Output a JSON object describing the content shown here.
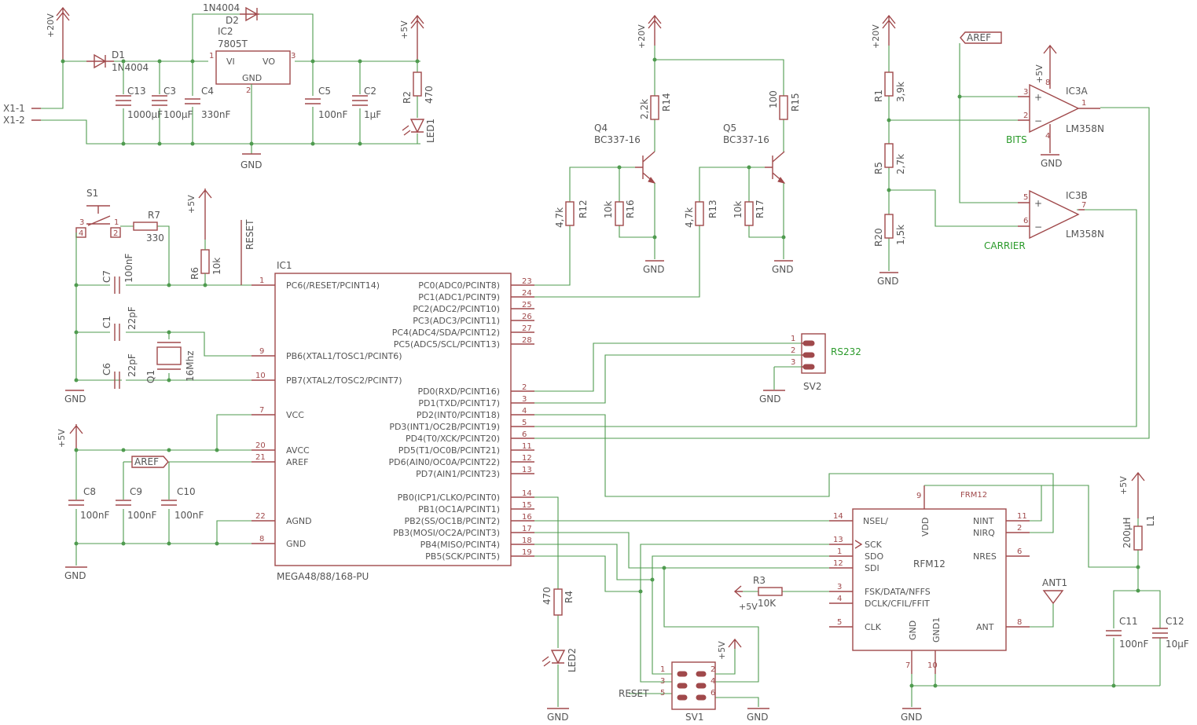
{
  "power": {
    "v20": "+20V",
    "v5": "+5V",
    "gnd": "GND"
  },
  "supply": {
    "x1a": "X1-1",
    "x1b": "X1-2",
    "d1": "D1",
    "d1v": "1N4004",
    "d2": "D2",
    "d2v": "1N4004",
    "ic2": "IC2",
    "ic2v": "7805T",
    "vi": "VI",
    "vo": "VO",
    "gndpin": "GND",
    "c13": "C13",
    "c13v": "1000µF",
    "c3": "C3",
    "c3v": "100µF",
    "c4": "C4",
    "c4v": "330nF",
    "c5": "C5",
    "c5v": "100nF",
    "c2": "C2",
    "c2v": "1µF",
    "r2": "R2",
    "r2v": "470",
    "led1": "LED1"
  },
  "reset": {
    "s1": "S1",
    "r7": "R7",
    "r7v": "330",
    "r6": "R6",
    "r6v": "10k",
    "label": "RESET",
    "c7": "C7",
    "c7v": "100nF",
    "c1": "C1",
    "c1v": "22pF",
    "c6": "C6",
    "c6v": "22pF",
    "q1": "Q1",
    "q1v": "16Mhz"
  },
  "avcc": {
    "c8": "C8",
    "c8v": "100nF",
    "c9": "C9",
    "c9v": "100nF",
    "c10": "C10",
    "c10v": "100nF",
    "aref": "AREF"
  },
  "ic1": {
    "name": "IC1",
    "part": "MEGA48/88/168-PU",
    "left": [
      {
        "n": "1",
        "l": "PC6(/RESET/PCINT14)"
      },
      {
        "n": "9",
        "l": "PB6(XTAL1/TOSC1/PCINT6)"
      },
      {
        "n": "10",
        "l": "PB7(XTAL2/TOSC2/PCINT7)"
      },
      {
        "n": "7",
        "l": "VCC"
      },
      {
        "n": "20",
        "l": "AVCC"
      },
      {
        "n": "21",
        "l": "AREF"
      },
      {
        "n": "22",
        "l": "AGND"
      },
      {
        "n": "8",
        "l": "GND"
      }
    ],
    "right": [
      {
        "n": "23",
        "l": "PC0(ADC0/PCINT8)"
      },
      {
        "n": "24",
        "l": "PC1(ADC1/PCINT9)"
      },
      {
        "n": "25",
        "l": "PC2(ADC2/PCINT10)"
      },
      {
        "n": "26",
        "l": "PC3(ADC3/PCINT11)"
      },
      {
        "n": "27",
        "l": "PC4(ADC4/SDA/PCINT12)"
      },
      {
        "n": "28",
        "l": "PC5(ADC5/SCL/PCINT13)"
      },
      {
        "n": "2",
        "l": "PD0(RXD/PCINT16)"
      },
      {
        "n": "3",
        "l": "PD1(TXD/PCINT17)"
      },
      {
        "n": "4",
        "l": "PD2(INT0/PCINT18)"
      },
      {
        "n": "5",
        "l": "PD3(INT1/OC2B/PCINT19)"
      },
      {
        "n": "6",
        "l": "PD4(T0/XCK/PCINT20)"
      },
      {
        "n": "11",
        "l": "PD5(T1/OC0B/PCINT21)"
      },
      {
        "n": "12",
        "l": "PD6(AIN0/OC0A/PCINT22)"
      },
      {
        "n": "13",
        "l": "PD7(AIN1/PCINT23)"
      },
      {
        "n": "14",
        "l": "PB0(ICP1/CLKO/PCINT0)"
      },
      {
        "n": "15",
        "l": "PB1(OC1A/PCINT1)"
      },
      {
        "n": "16",
        "l": "PB2(SS/OC1B/PCINT2)"
      },
      {
        "n": "17",
        "l": "PB3(MOSI/OC2A/PCINT3)"
      },
      {
        "n": "18",
        "l": "PB4(MISO/PCINT4)"
      },
      {
        "n": "19",
        "l": "PB5(SCK/PCINT5)"
      }
    ]
  },
  "drivers": {
    "r14": "R14",
    "r14v": "2,2k",
    "q4": "Q4",
    "q4v": "BC337-16",
    "r12": "R12",
    "r12v": "4,7k",
    "r16": "R16",
    "r16v": "10k",
    "r15": "R15",
    "r15v": "100",
    "q5": "Q5",
    "q5v": "BC337-16",
    "r13": "R13",
    "r13v": "4,7k",
    "r17": "R17",
    "r17v": "10k"
  },
  "opamp": {
    "aref": "AREF",
    "r1": "R1",
    "r1v": "3,9k",
    "r5": "R5",
    "r5v": "2,7k",
    "r20": "R20",
    "r20v": "1,5k",
    "ic3a": "IC3A",
    "ic3b": "IC3B",
    "part": "LM358N",
    "bits": "BITS",
    "carrier": "CARRIER"
  },
  "rs232": {
    "sv2": "SV2",
    "label": "RS232"
  },
  "rfm": {
    "title": "FRM12",
    "name": "RFM12",
    "left": [
      {
        "n": "14",
        "l": "NSEL/"
      },
      {
        "n": "13",
        "l": "SCK"
      },
      {
        "n": "1",
        "l": "SDO"
      },
      {
        "n": "12",
        "l": "SDI"
      },
      {
        "n": "3",
        "l": "FSK/DATA/NFFS"
      },
      {
        "n": "4",
        "l": "DCLK/CFIL/FFIT"
      },
      {
        "n": "5",
        "l": "CLK"
      }
    ],
    "right": [
      {
        "n": "11",
        "l": "NINT"
      },
      {
        "n": "2",
        "l": "NIRQ"
      },
      {
        "n": "6",
        "l": "NRES"
      },
      {
        "n": "8",
        "l": "ANT"
      }
    ],
    "vdd": "VDD",
    "vddn": "9",
    "gnd": "GND",
    "gnd1": "GND1",
    "gndn": "7",
    "gnd1n": "10",
    "ant1": "ANT1",
    "r3": "R3",
    "r3v": "10K",
    "l1": "L1",
    "l1v": "200µH",
    "c11": "C11",
    "c11v": "100nF",
    "c12": "C12",
    "c12v": "10µF"
  },
  "isp": {
    "r4": "R4",
    "r4v": "470",
    "led2": "LED2",
    "sv1": "SV1",
    "reset": "RESET"
  }
}
